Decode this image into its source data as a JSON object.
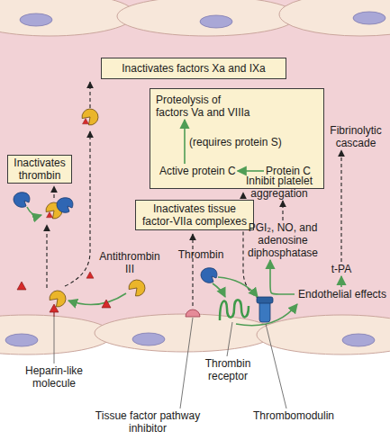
{
  "diagram": {
    "nodes": [
      {
        "text": [
          "Inactivates factors Xa and IXa"
        ]
      },
      {
        "text": [
          "Proteolysis of factors Va and VIIIa"
        ]
      },
      {
        "text": [
          "Active protein C"
        ],
        "in": 1
      },
      {
        "text": [
          "Protein C"
        ],
        "in": 1
      },
      {
        "text": [
          "Fibrinolytic cascade"
        ]
      },
      {
        "text": [
          "Inactivates thrombin"
        ]
      },
      {
        "text": [
          "Inhibit platelet aggregation"
        ]
      },
      {
        "text": [
          "Inactivates tissue factor-VIIa complexes"
        ]
      },
      {
        "text": [
          "PGI₂, NO, and adenosine diphosphatase"
        ]
      },
      {
        "text": [
          "t-PA"
        ]
      },
      {
        "text": [
          "Endothelial effects"
        ]
      }
    ],
    "edges": [
      {
        "from": 3,
        "to": 2,
        "arrow": "to"
      },
      {
        "from": 2,
        "to": 1,
        "label": "(requires protein S)",
        "arrow": "to"
      },
      {
        "from": 8,
        "to": 6,
        "arrow": "to"
      },
      {
        "from": 9,
        "to": 4,
        "arrow": "to"
      },
      {
        "from": 10,
        "to": 8,
        "arrow": "to"
      },
      {
        "from": 10,
        "to": 9,
        "arrow": "to"
      }
    ],
    "labels": [
      "Antithrombin III",
      "Thrombin",
      "Heparin-like molecule",
      "Thrombin receptor",
      "Tissue factor pathway inhibitor",
      "Thrombomodulin"
    ]
  }
}
